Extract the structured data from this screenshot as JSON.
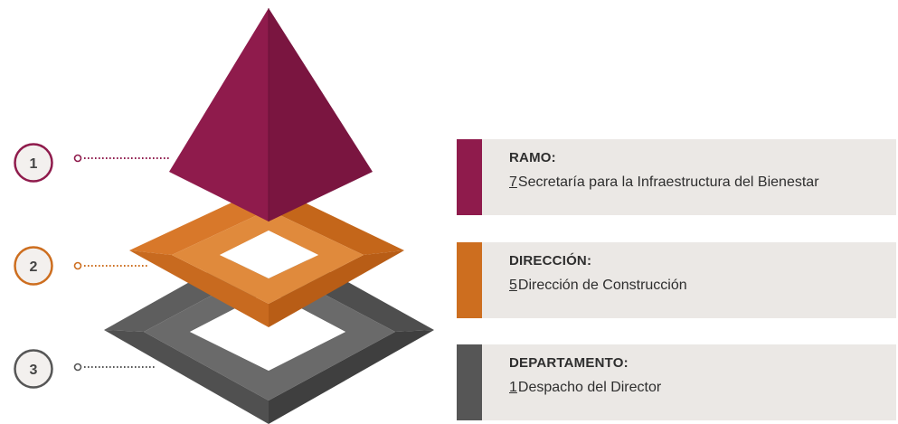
{
  "colors": {
    "level_1": "#8f1b4c",
    "level_2": "#cd6e1f",
    "level_3": "#565656",
    "box_background": "#ebe8e5"
  },
  "levels": [
    {
      "number": "1",
      "heading": "RAMO:",
      "code": "7",
      "name": "Secretaría para la Infraestructura del Bienestar"
    },
    {
      "number": "2",
      "heading": "DIRECCIÓN:",
      "code": "5",
      "name": "Dirección de Construcción"
    },
    {
      "number": "3",
      "heading": "DEPARTAMENTO:",
      "code": "1",
      "name": "Despacho del Director"
    }
  ]
}
